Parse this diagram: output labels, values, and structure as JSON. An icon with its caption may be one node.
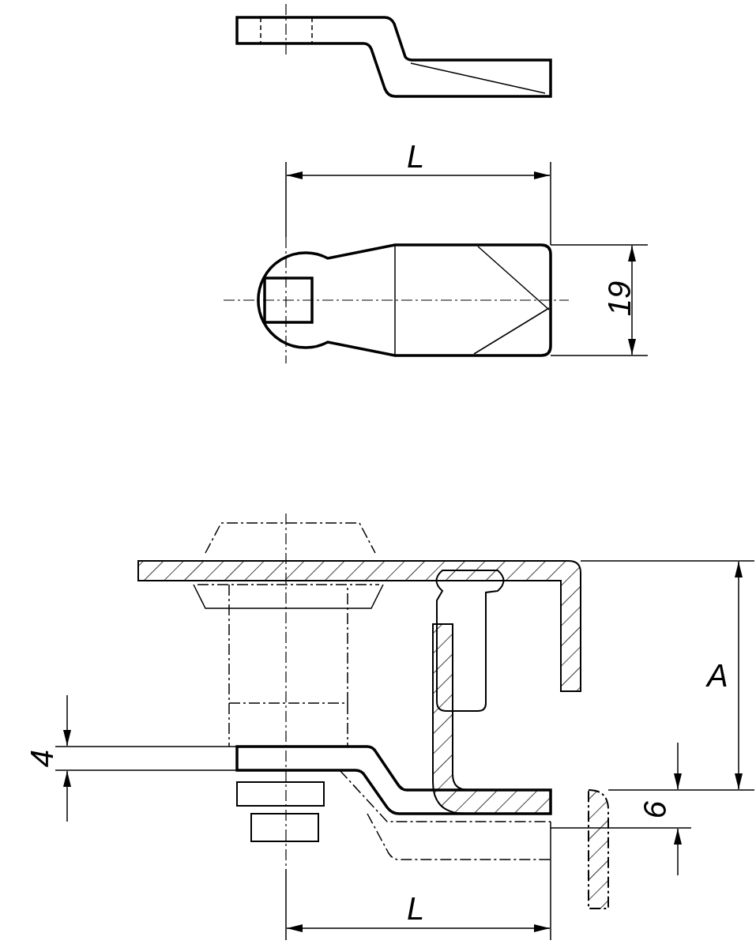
{
  "diagram": {
    "labels": [
      "L",
      "19",
      "A",
      "4",
      "6",
      "L"
    ]
  }
}
